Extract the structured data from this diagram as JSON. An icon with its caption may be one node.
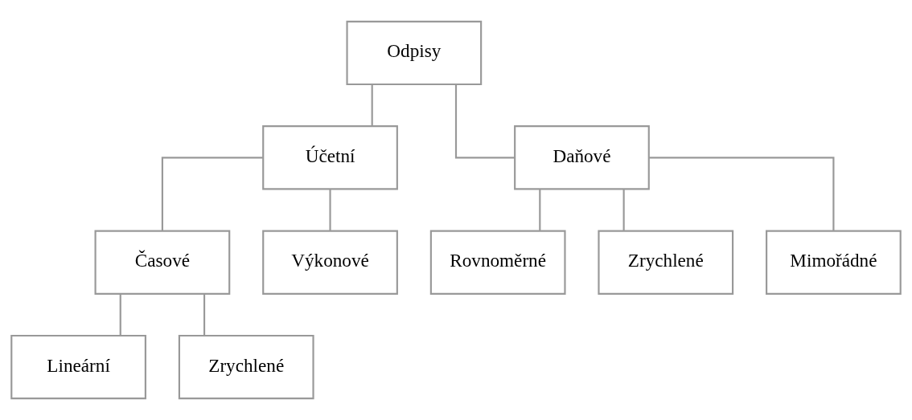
{
  "diagram": {
    "nodes": [
      {
        "text": [
          "Odpisy"
        ]
      },
      {
        "text": [
          "Účetní"
        ]
      },
      {
        "text": [
          "Daňové"
        ]
      },
      {
        "text": [
          "Časové"
        ]
      },
      {
        "text": [
          "Výkonové"
        ]
      },
      {
        "text": [
          "Lineární"
        ]
      },
      {
        "text": [
          "Zrychlené"
        ]
      },
      {
        "text": [
          "Rovnoměrné"
        ]
      },
      {
        "text": [
          "Zrychlené"
        ]
      },
      {
        "text": [
          "Mimořádné"
        ]
      }
    ],
    "edges": [
      {
        "from": 0,
        "to": 1,
        "arrow": "none"
      },
      {
        "from": 0,
        "to": 2,
        "arrow": "none"
      },
      {
        "from": 1,
        "to": 3,
        "arrow": "none"
      },
      {
        "from": 1,
        "to": 4,
        "arrow": "none"
      },
      {
        "from": 3,
        "to": 5,
        "arrow": "none"
      },
      {
        "from": 3,
        "to": 6,
        "arrow": "none"
      },
      {
        "from": 2,
        "to": 7,
        "arrow": "none"
      },
      {
        "from": 2,
        "to": 8,
        "arrow": "none"
      },
      {
        "from": 2,
        "to": 9,
        "arrow": "none"
      }
    ]
  }
}
